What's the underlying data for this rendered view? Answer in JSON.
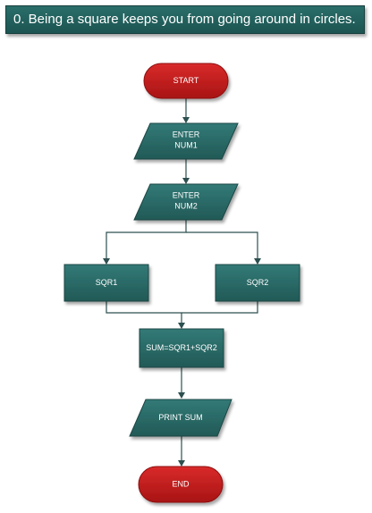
{
  "title": "0. Being a square keeps you from going around in circles.",
  "colors": {
    "terminal_fill": "#c01b1b",
    "process_fill": "#2b6a68",
    "connector": "#2d4f4f",
    "banner_fill": "#226360"
  },
  "nodes": {
    "start": {
      "shape": "terminal",
      "label_lines": [
        "START"
      ]
    },
    "enter_num1": {
      "shape": "input-output",
      "label_lines": [
        "ENTER",
        "NUM1"
      ]
    },
    "enter_num2": {
      "shape": "input-output",
      "label_lines": [
        "ENTER",
        "NUM2"
      ]
    },
    "sqr1": {
      "shape": "process",
      "label_lines": [
        "SQR1"
      ]
    },
    "sqr2": {
      "shape": "process",
      "label_lines": [
        "SQR2"
      ]
    },
    "sum": {
      "shape": "process",
      "label_lines": [
        "SUM=SQR1+SQR2"
      ]
    },
    "print_sum": {
      "shape": "input-output",
      "label_lines": [
        "PRINT SUM"
      ]
    },
    "end": {
      "shape": "terminal",
      "label_lines": [
        "END"
      ]
    }
  },
  "edges": [
    {
      "from": "start",
      "to": "enter_num1"
    },
    {
      "from": "enter_num1",
      "to": "enter_num2"
    },
    {
      "from": "enter_num2",
      "to": "sqr1"
    },
    {
      "from": "enter_num2",
      "to": "sqr2"
    },
    {
      "from": "sqr1",
      "to": "sum"
    },
    {
      "from": "sqr2",
      "to": "sum"
    },
    {
      "from": "sum",
      "to": "print_sum"
    },
    {
      "from": "print_sum",
      "to": "end"
    }
  ]
}
